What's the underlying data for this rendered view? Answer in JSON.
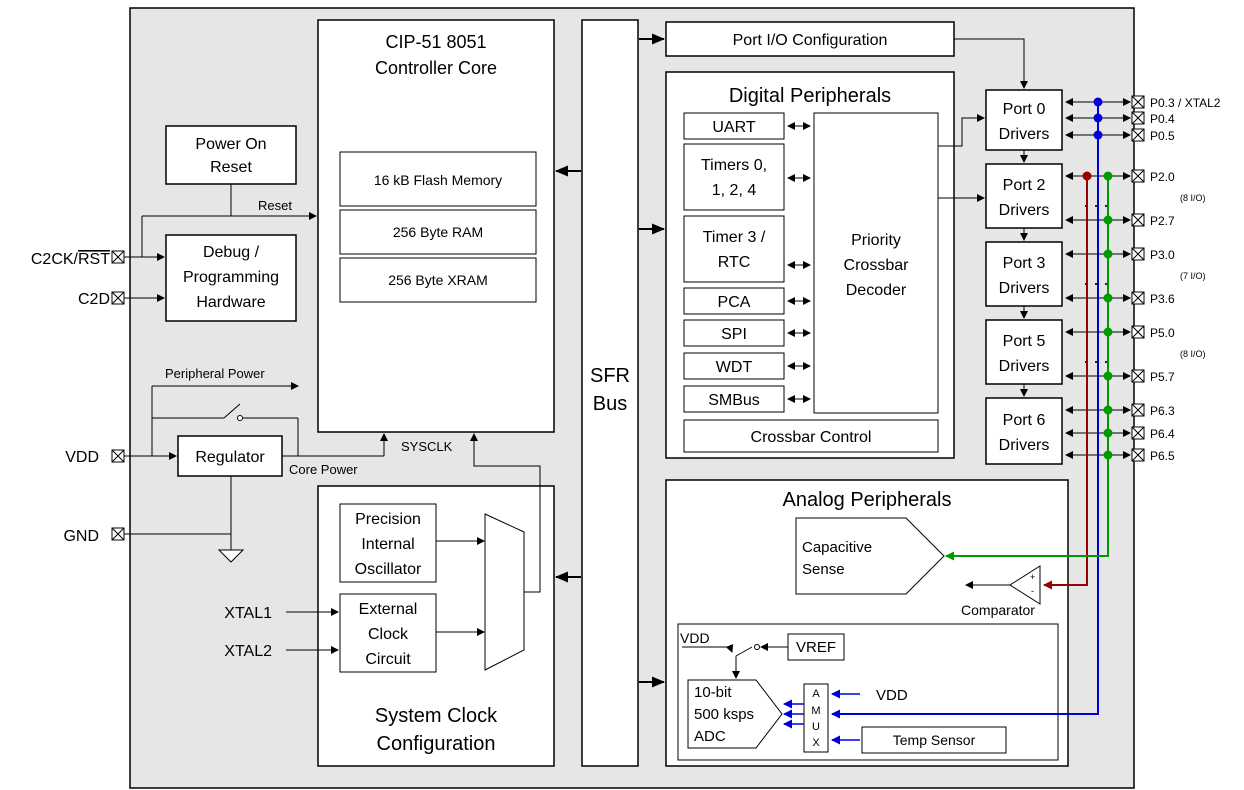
{
  "core": {
    "line1": "CIP-51 8051",
    "line2": "Controller Core"
  },
  "memory": {
    "flash": "16 kB Flash Memory",
    "ram": "256 Byte RAM",
    "xram": "256 Byte XRAM"
  },
  "por": {
    "line1": "Power On",
    "line2": "Reset"
  },
  "reset_label": "Reset",
  "debug": {
    "line1": "Debug /",
    "line2": "Programming",
    "line3": "Hardware"
  },
  "pins_left": {
    "c2ck": "C2CK/",
    "rst": "RST",
    "c2d": "C2D",
    "vdd": "VDD",
    "gnd": "GND",
    "xtal1": "XTAL1",
    "xtal2": "XTAL2"
  },
  "power": {
    "peripheral": "Peripheral Power",
    "regulator": "Regulator",
    "core_power": "Core Power",
    "sysclk": "SYSCLK"
  },
  "sysclock": {
    "osc": [
      "Precision",
      "Internal",
      "Oscillator"
    ],
    "ext": [
      "External",
      "Clock",
      "Circuit"
    ],
    "title1": "System Clock",
    "title2": "Configuration"
  },
  "sfr": {
    "line1": "SFR",
    "line2": "Bus"
  },
  "port_io": "Port I/O Configuration",
  "digital": {
    "title": "Digital Peripherals",
    "uart": "UART",
    "timers": [
      "Timers 0,",
      "1, 2, 4"
    ],
    "timer3": [
      "Timer 3 /",
      "RTC"
    ],
    "pca": "PCA",
    "spi": "SPI",
    "wdt": "WDT",
    "smbus": "SMBus",
    "crossbar_control": "Crossbar Control",
    "decoder": [
      "Priority",
      "Crossbar",
      "Decoder"
    ]
  },
  "ports": [
    {
      "line1": "Port 0",
      "line2": "Drivers"
    },
    {
      "line1": "Port 2",
      "line2": "Drivers"
    },
    {
      "line1": "Port 3",
      "line2": "Drivers"
    },
    {
      "line1": "Port 5",
      "line2": "Drivers"
    },
    {
      "line1": "Port 6",
      "line2": "Drivers"
    }
  ],
  "pins_right": {
    "p03": "P0.3 / XTAL2",
    "p04": "P0.4",
    "p05": "P0.5",
    "p20": "P2.0",
    "p27": "P2.7",
    "p30": "P3.0",
    "p36": "P3.6",
    "p50": "P5.0",
    "p57": "P5.7",
    "p63": "P6.3",
    "p64": "P6.4",
    "p65": "P6.5",
    "io8a": "(8 I/O)",
    "io7": "(7 I/O)",
    "io8b": "(8 I/O)"
  },
  "analog": {
    "title": "Analog Peripherals",
    "capsense": [
      "Capacitive",
      "Sense"
    ],
    "comparator": "Comparator",
    "comp_plus": "+",
    "comp_minus": "-",
    "vdd": "VDD",
    "vref": "VREF",
    "adc": [
      "10-bit",
      "500 ksps",
      "ADC"
    ],
    "amux": [
      "A",
      "M",
      "U",
      "X"
    ],
    "vdd2": "VDD",
    "temp": "Temp Sensor"
  },
  "dots": ". . ."
}
